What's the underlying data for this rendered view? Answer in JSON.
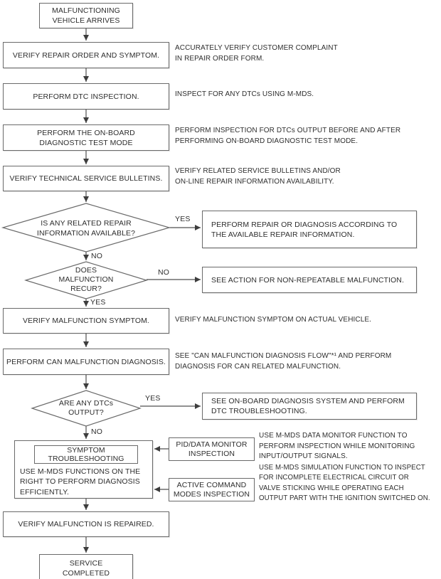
{
  "colors": {
    "background": "#ffffff",
    "box_border": "#6a6a6a",
    "connector_line": "#4f4f4f",
    "text": "#2e2e2e"
  },
  "labels": {
    "yes": "YES",
    "no": "NO"
  },
  "nodes": {
    "start": "MALFUNCTIONING\nVEHICLE ARRIVES",
    "verify_repair_order": "VERIFY REPAIR ORDER AND SYMPTOM.",
    "perform_dtc_inspection": "PERFORM DTC INSPECTION.",
    "on_board_test_mode": "PERFORM THE ON-BOARD\nDIAGNOSTIC TEST MODE",
    "verify_bulletins": "VERIFY TECHNICAL SERVICE BULLETINS.",
    "verify_symptom": "VERIFY MALFUNCTION SYMPTOM.",
    "can_diagnosis": "PERFORM CAN MALFUNCTION DIAGNOSIS.",
    "symptom_troubleshooting_title": "SYMPTOM\nTROUBLESHOOTING",
    "symptom_troubleshooting_note": "USE M-MDS FUNCTIONS ON THE\nRIGHT TO PERFORM DIAGNOSIS\nEFFICIENTLY.",
    "verify_repaired": "VERIFY MALFUNCTION IS REPAIRED.",
    "service_completed": "SERVICE\nCOMPLETED"
  },
  "decisions": {
    "repair_info_available": "IS ANY RELATED REPAIR\nINFORMATION AVAILABLE?",
    "malfunction_recur": "DOES\nMALFUNCTION\nRECUR?",
    "dtcs_output": "ARE ANY DTCs\nOUTPUT?"
  },
  "action_boxes": {
    "perform_repair": "PERFORM REPAIR OR DIAGNOSIS ACCORDING TO\nTHE AVAILABLE REPAIR INFORMATION.",
    "non_repeatable": "SEE ACTION FOR NON-REPEATABLE MALFUNCTION.",
    "dtc_troubleshooting": "SEE ON-BOARD DIAGNOSIS SYSTEM AND PERFORM\nDTC TROUBLESHOOTING.",
    "pid_data_monitor": "PID/DATA MONITOR\nINSPECTION",
    "active_command_modes": "ACTIVE COMMAND\nMODES INSPECTION"
  },
  "annotations": {
    "repair_order": "ACCURATELY VERIFY CUSTOMER COMPLAINT\nIN REPAIR ORDER FORM.",
    "dtc_inspection": "INSPECT FOR ANY DTCs USING M-MDS.",
    "test_mode": "PERFORM INSPECTION FOR DTCs OUTPUT BEFORE AND AFTER\nPERFORMING ON-BOARD DIAGNOSTIC TEST MODE.",
    "bulletins": "VERIFY RELATED SERVICE BULLETINS AND/OR\nON-LINE REPAIR INFORMATION AVAILABILITY.",
    "symptom": "VERIFY MALFUNCTION SYMPTOM ON ACTUAL VEHICLE.",
    "can_flow": "SEE \"CAN MALFUNCTION DIAGNOSIS FLOW\"*¹ AND PERFORM\nDIAGNOSIS FOR CAN RELATED MALFUNCTION.",
    "pid_monitor": "USE M-MDS DATA MONITOR FUNCTION TO\nPERFORM INSPECTION WHILE MONITORING\nINPUT/OUTPUT SIGNALS.",
    "active_command": "USE M-MDS SIMULATION FUNCTION TO INSPECT\nFOR INCOMPLETE ELECTRICAL CIRCUIT OR\nVALVE STICKING WHILE OPERATING EACH\nOUTPUT PART WITH THE IGNITION SWITCHED ON."
  }
}
